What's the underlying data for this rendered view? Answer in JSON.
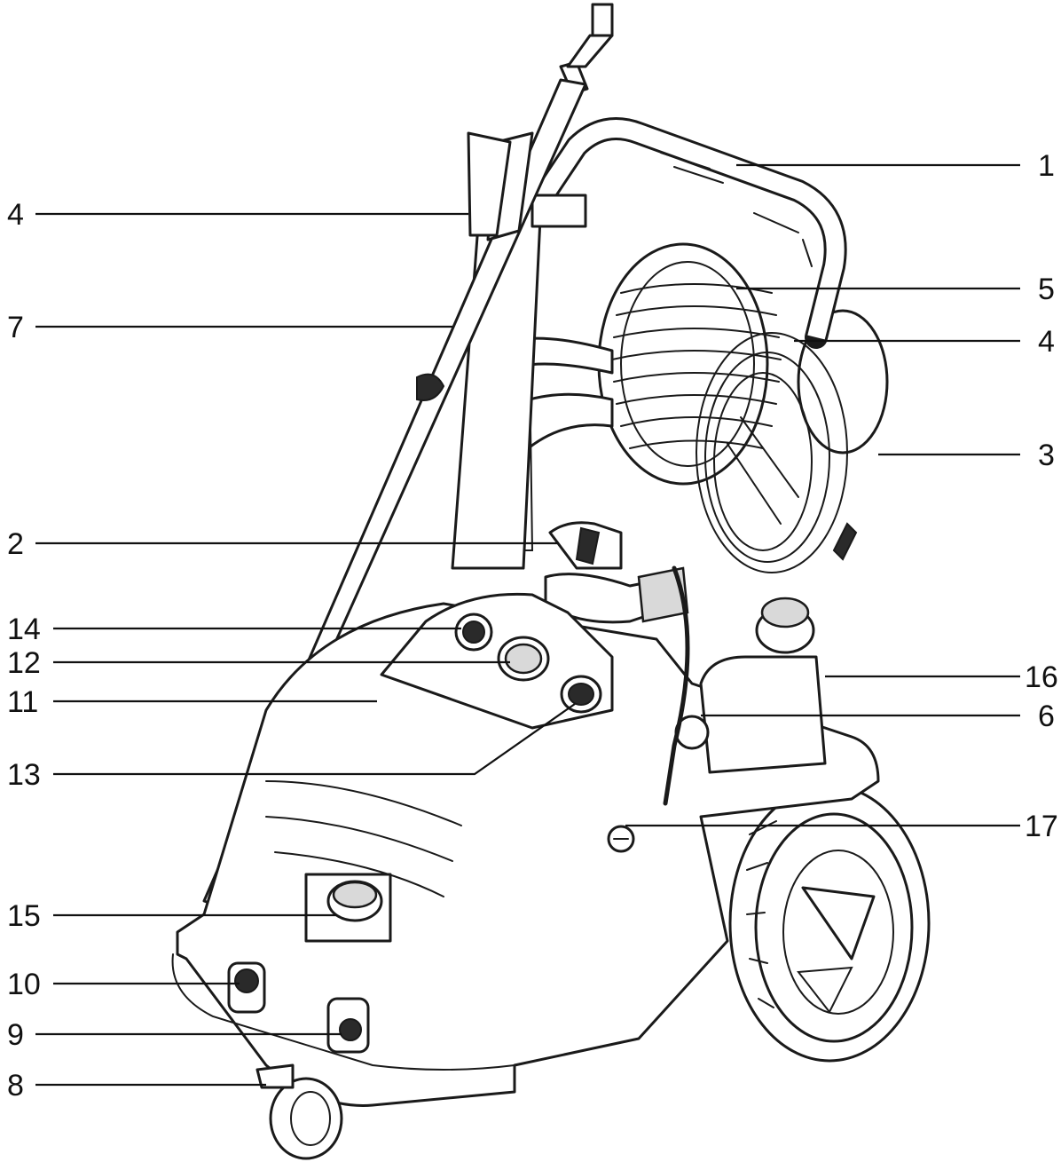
{
  "diagram": {
    "callouts": [
      {
        "id": "1",
        "label": "1"
      },
      {
        "id": "2",
        "label": "2"
      },
      {
        "id": "3",
        "label": "3"
      },
      {
        "id": "4a",
        "label": "4"
      },
      {
        "id": "4b",
        "label": "4"
      },
      {
        "id": "5",
        "label": "5"
      },
      {
        "id": "6",
        "label": "6"
      },
      {
        "id": "7",
        "label": "7"
      },
      {
        "id": "8",
        "label": "8"
      },
      {
        "id": "9",
        "label": "9"
      },
      {
        "id": "10",
        "label": "10"
      },
      {
        "id": "11",
        "label": "11"
      },
      {
        "id": "12",
        "label": "12"
      },
      {
        "id": "13",
        "label": "13"
      },
      {
        "id": "14",
        "label": "14"
      },
      {
        "id": "15",
        "label": "15"
      },
      {
        "id": "16",
        "label": "16"
      },
      {
        "id": "17",
        "label": "17"
      }
    ],
    "colors": {
      "line": "#111111",
      "background": "#ffffff",
      "accent_grey": "#d9d9d9"
    },
    "icon_names": [
      "pressure-washer-illustration",
      "hose-reel-icon",
      "wheel-icon",
      "spray-gun-icon",
      "lance-icon"
    ]
  }
}
